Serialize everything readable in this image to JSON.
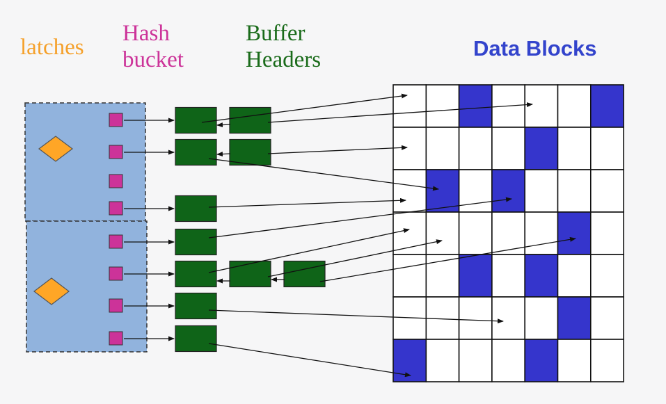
{
  "labels": {
    "latches": "latches",
    "hash_bucket_line1": "Hash",
    "hash_bucket_line2": "bucket",
    "buffer_headers_line1": "Buffer",
    "buffer_headers_line2": "Headers",
    "data_blocks": "Data Blocks"
  },
  "colors": {
    "latches": "#f5a02a",
    "hash_bucket": "#cc3399",
    "buffer_headers": "#1a6b1a",
    "data_blocks": "#3344cc",
    "latch_panel": "#91b3dd",
    "latch_diamond": "#ffa626",
    "bucket_square": "#cc3399",
    "buffer_box": "#0f6418",
    "block_filled": "#3535cc",
    "grid_line": "#111111"
  },
  "grid": {
    "rows": 7,
    "cols": 7,
    "filled_cells": [
      [
        0,
        2
      ],
      [
        0,
        6
      ],
      [
        1,
        4
      ],
      [
        2,
        1
      ],
      [
        2,
        3
      ],
      [
        3,
        5
      ],
      [
        4,
        2
      ],
      [
        4,
        4
      ],
      [
        5,
        5
      ],
      [
        6,
        0
      ],
      [
        6,
        4
      ]
    ]
  },
  "latch_groups": 2,
  "hash_buckets": 8,
  "buffer_header_chains": [
    {
      "bucket": 0,
      "length": 2
    },
    {
      "bucket": 1,
      "length": 2
    },
    {
      "bucket": 2,
      "length": 0
    },
    {
      "bucket": 3,
      "length": 1
    },
    {
      "bucket": 4,
      "length": 1
    },
    {
      "bucket": 5,
      "length": 3
    },
    {
      "bucket": 6,
      "length": 1
    },
    {
      "bucket": 7,
      "length": 1
    }
  ]
}
